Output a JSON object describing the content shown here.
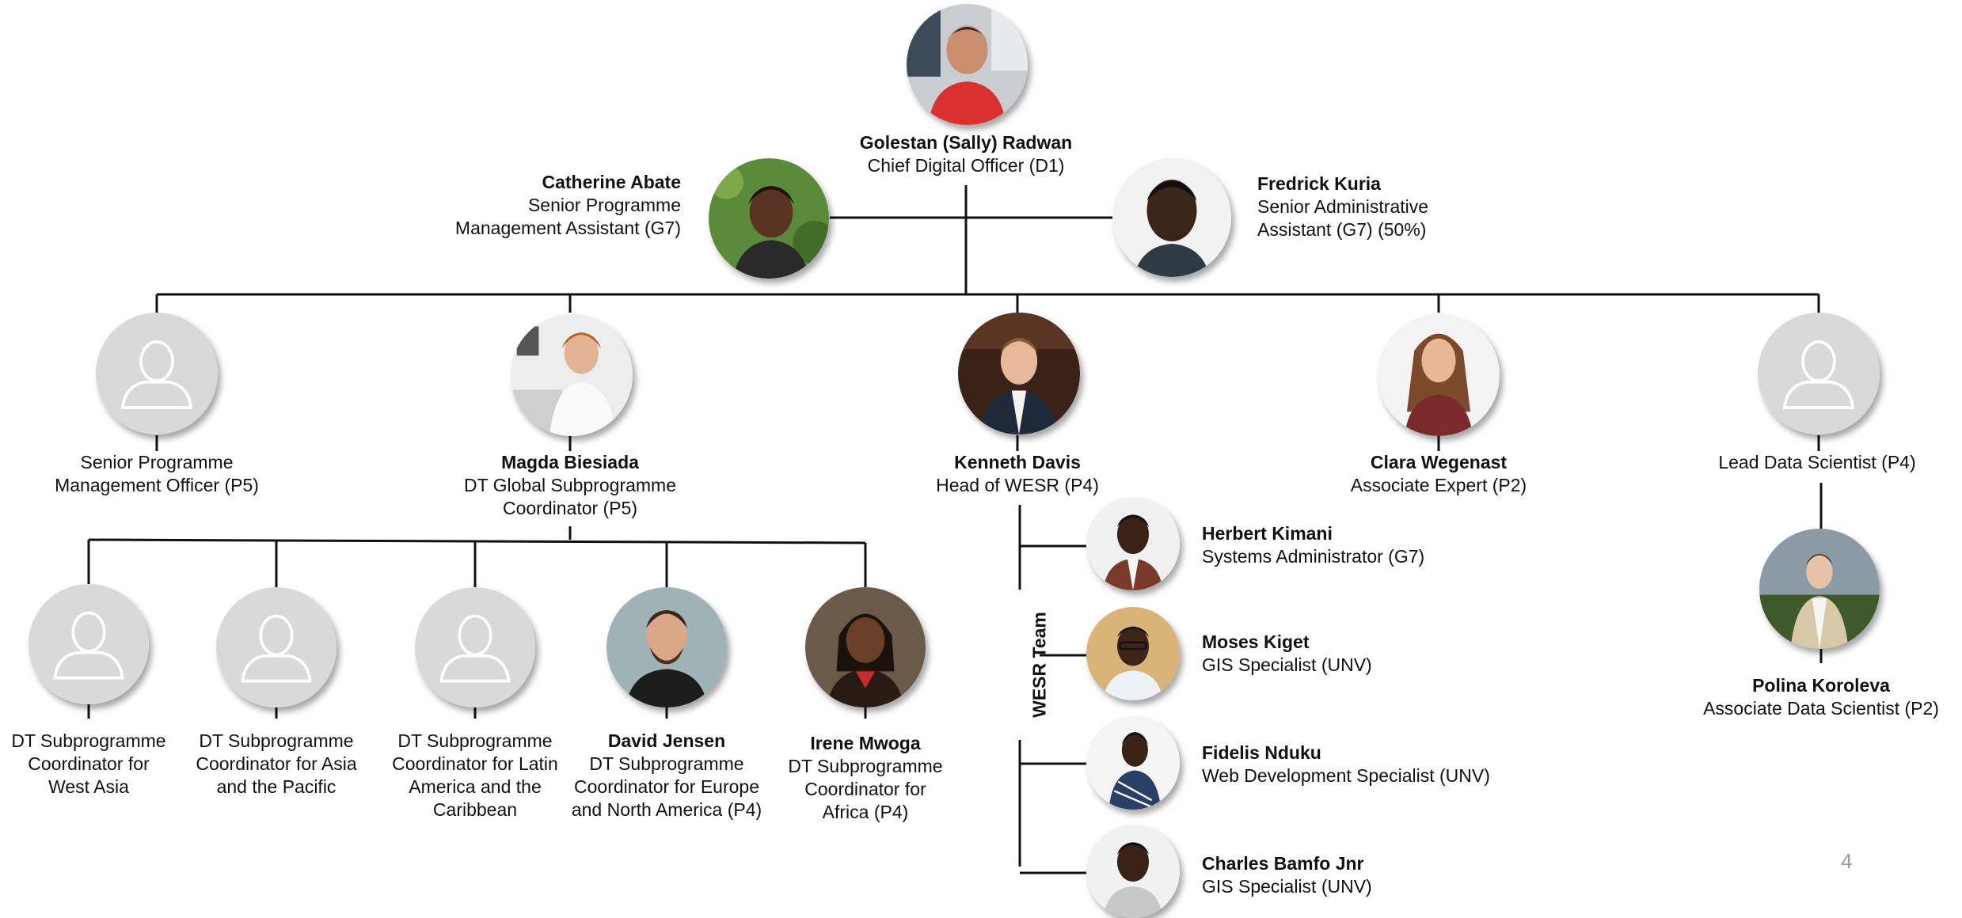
{
  "people": {
    "radwan": {
      "name": "Golestan (Sally) Radwan",
      "title": "Chief Digital Officer (D1)"
    },
    "abate": {
      "name": "Catherine Abate",
      "title_l1": "Senior Programme",
      "title_l2": "Management Assistant (G7)"
    },
    "kuria": {
      "name": "Fredrick Kuria",
      "title_l1": "Senior Administrative",
      "title_l2": "Assistant (G7) (50%)"
    },
    "spmo": {
      "title_l1": "Senior Programme",
      "title_l2": "Management Officer (P5)"
    },
    "biesiada": {
      "name": "Magda Biesiada",
      "title_l1": "DT Global Subprogramme",
      "title_l2": "Coordinator (P5)"
    },
    "davis": {
      "name": "Kenneth Davis",
      "title": "Head of WESR (P4)"
    },
    "wegenast": {
      "name": "Clara Wegenast",
      "title": "Associate Expert (P2)"
    },
    "lds": {
      "title": "Lead Data Scientist (P4)"
    },
    "koroleva": {
      "name": "Polina Koroleva",
      "title": "Associate Data Scientist (P2)"
    },
    "westasia": {
      "title_l1": "DT Subprogramme",
      "title_l2": "Coordinator for",
      "title_l3": "West Asia"
    },
    "asiapac": {
      "title_l1": "DT Subprogramme",
      "title_l2": "Coordinator for Asia",
      "title_l3": "and the Pacific"
    },
    "latam": {
      "title_l1": "DT Subprogramme",
      "title_l2": "Coordinator for Latin",
      "title_l3": "America and the",
      "title_l4": "Caribbean"
    },
    "jensen": {
      "name": "David Jensen",
      "title_l1": "DT Subprogramme",
      "title_l2": "Coordinator for Europe",
      "title_l3": "and North America (P4)"
    },
    "mwoga": {
      "name": "Irene Mwoga",
      "title_l1": "DT Subprogramme",
      "title_l2": "Coordinator for",
      "title_l3": "Africa (P4)"
    },
    "kimani": {
      "name": "Herbert Kimani",
      "title": "Systems Administrator (G7)"
    },
    "kiget": {
      "name": "Moses Kiget",
      "title": "GIS Specialist (UNV)"
    },
    "nduku": {
      "name": "Fidelis Nduku",
      "title": "Web Development Specialist (UNV)"
    },
    "bamfo": {
      "name": "Charles Bamfo Jnr",
      "title": "GIS Specialist (UNV)"
    }
  },
  "wesr_team_label": "WESR Team",
  "page_number": "4",
  "colors": {
    "line": "#111111",
    "placeholder_bg": "#d9d9d9",
    "placeholder_icon": "#ffffff",
    "page_number": "#9a9a9a"
  }
}
